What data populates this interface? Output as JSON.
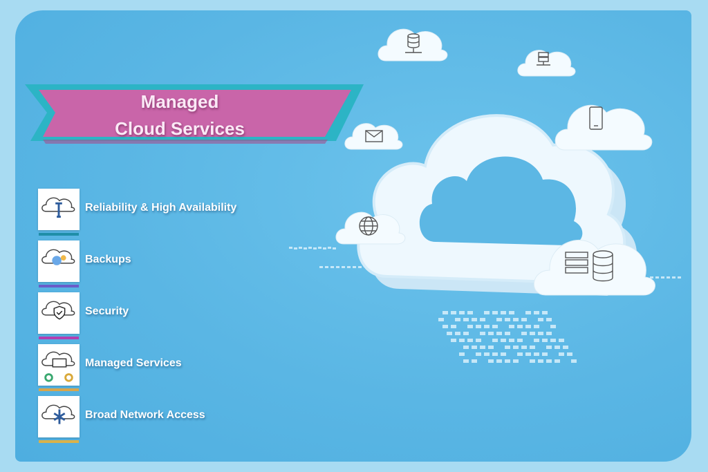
{
  "title": {
    "line1": "Managed",
    "line2": "Cloud Services"
  },
  "items": [
    {
      "label": "Reliability & High Availability",
      "icon": "cloud-wrench-icon",
      "color": "#1f8ea8"
    },
    {
      "label": "Backups",
      "icon": "cloud-backup-icon",
      "color": "#6a5cc8"
    },
    {
      "label": "Security",
      "icon": "cloud-shield-icon",
      "color": "#b23fb0"
    },
    {
      "label": "Managed Services",
      "icon": "cloud-monitor-gears-icon",
      "color": "#d8a64c"
    },
    {
      "label": "Broad Network Access",
      "icon": "cloud-network-icon",
      "color": "#d9b24a"
    }
  ],
  "colors": {
    "banner": "#c965a9",
    "banner_border": "#2cb4c5",
    "panel": "#5ab6e4",
    "outer": "#a8dbf2"
  }
}
